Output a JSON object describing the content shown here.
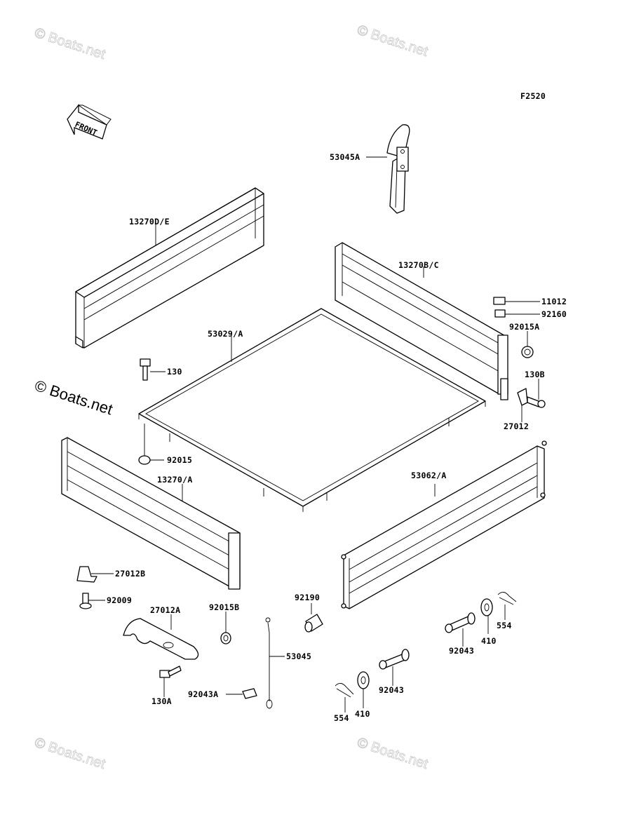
{
  "diagram": {
    "code": "F2520",
    "front_arrow": "FRONT",
    "watermark": "© Boats.net",
    "callouts": [
      {
        "id": "53045A",
        "text": "53045A"
      },
      {
        "id": "13270DE",
        "text": "13270D/E"
      },
      {
        "id": "13270BC",
        "text": "13270B/C"
      },
      {
        "id": "11012",
        "text": "11012"
      },
      {
        "id": "92160",
        "text": "92160"
      },
      {
        "id": "92015A",
        "text": "92015A"
      },
      {
        "id": "53029A",
        "text": "53029/A"
      },
      {
        "id": "130",
        "text": "130"
      },
      {
        "id": "130B",
        "text": "130B"
      },
      {
        "id": "27012",
        "text": "27012"
      },
      {
        "id": "92015",
        "text": "92015"
      },
      {
        "id": "13270A",
        "text": "13270/A"
      },
      {
        "id": "53062A",
        "text": "53062/A"
      },
      {
        "id": "27012B",
        "text": "27012B"
      },
      {
        "id": "92009",
        "text": "92009"
      },
      {
        "id": "27012A",
        "text": "27012A"
      },
      {
        "id": "92015B",
        "text": "92015B"
      },
      {
        "id": "92190",
        "text": "92190"
      },
      {
        "id": "53045",
        "text": "53045"
      },
      {
        "id": "130A",
        "text": "130A"
      },
      {
        "id": "92043A",
        "text": "92043A"
      },
      {
        "id": "92043a",
        "text": "92043"
      },
      {
        "id": "410a",
        "text": "410"
      },
      {
        "id": "554a",
        "text": "554"
      },
      {
        "id": "92043b",
        "text": "92043"
      },
      {
        "id": "410b",
        "text": "410"
      },
      {
        "id": "554b",
        "text": "554"
      }
    ]
  }
}
